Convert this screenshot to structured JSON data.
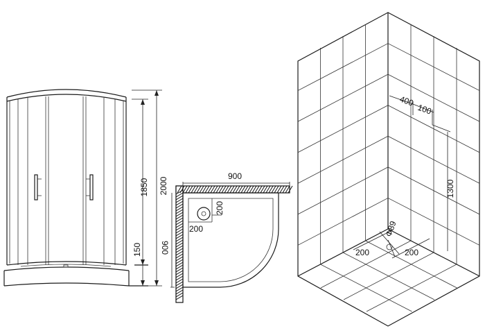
{
  "labels": {
    "cabin_total_height": "2000",
    "glass_height": "1850",
    "tray_height": "150",
    "tray_width": "900",
    "tray_depth": "900",
    "drain_offset_x": "200",
    "drain_offset_y": "200",
    "mixer_offset_side": "400",
    "mixer_offset_small": "100",
    "mixer_height": "1300",
    "floor_drain_offset_a": "200",
    "floor_drain_offset_b": "200",
    "floor_drain_diameter": "Φ89"
  }
}
